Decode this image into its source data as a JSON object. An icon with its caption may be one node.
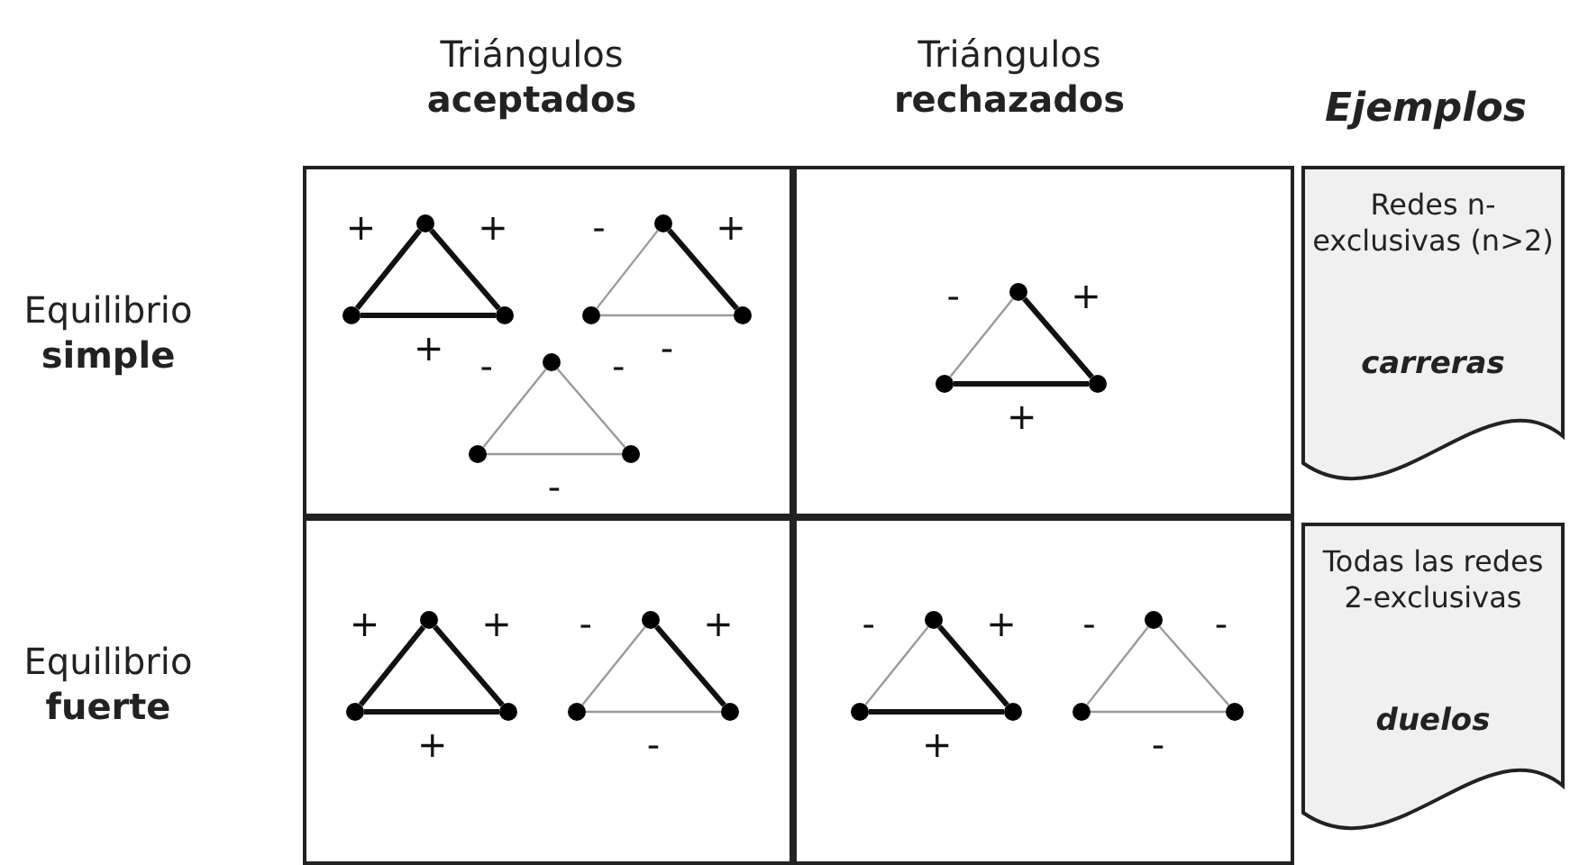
{
  "diagram": {
    "nodes": [
      {
        "text": [],
        "shape": "box"
      },
      {
        "text": [],
        "shape": "circle",
        "in": 0
      },
      {
        "text": [],
        "shape": "circle",
        "in": 0
      },
      {
        "text": [],
        "shape": "circle",
        "in": 0
      },
      {
        "text": [],
        "shape": "circle",
        "in": 0
      },
      {
        "text": [],
        "shape": "circle",
        "in": 0
      },
      {
        "text": [],
        "shape": "circle",
        "in": 0
      },
      {
        "text": [],
        "shape": "circle",
        "in": 0
      },
      {
        "text": [],
        "shape": "circle",
        "in": 0
      },
      {
        "text": [],
        "shape": "circle",
        "in": 0
      },
      {
        "text": [],
        "shape": "box"
      },
      {
        "text": [],
        "shape": "circle",
        "in": 10
      },
      {
        "text": [],
        "shape": "circle",
        "in": 10
      },
      {
        "text": [],
        "shape": "circle",
        "in": 10
      },
      {
        "text": [
          "Redes n-exclusivas (n>2)",
          "carreras"
        ]
      },
      {
        "text": [],
        "shape": "box"
      },
      {
        "text": [],
        "shape": "circle",
        "in": 15
      },
      {
        "text": [],
        "shape": "circle",
        "in": 15
      },
      {
        "text": [],
        "shape": "circle",
        "in": 15
      },
      {
        "text": [],
        "shape": "circle",
        "in": 15
      },
      {
        "text": [],
        "shape": "circle",
        "in": 15
      },
      {
        "text": [],
        "shape": "circle",
        "in": 15
      },
      {
        "text": [],
        "shape": "box"
      },
      {
        "text": [],
        "shape": "circle",
        "in": 22
      },
      {
        "text": [],
        "shape": "circle",
        "in": 22
      },
      {
        "text": [],
        "shape": "circle",
        "in": 22
      },
      {
        "text": [],
        "shape": "circle",
        "in": 22
      },
      {
        "text": [],
        "shape": "circle",
        "in": 22
      },
      {
        "text": [],
        "shape": "circle",
        "in": 22
      },
      {
        "text": [
          "Todas las redes 2-exclusivas",
          "duelos"
        ]
      }
    ],
    "edges": [
      {
        "from": 2,
        "to": 1,
        "arrow": "none",
        "label": "+",
        "style": "thick"
      },
      {
        "from": 1,
        "to": 3,
        "arrow": "none",
        "label": "+",
        "style": "thick"
      },
      {
        "from": 2,
        "to": 3,
        "arrow": "none",
        "label": "+",
        "style": "thick"
      },
      {
        "from": 5,
        "to": 4,
        "arrow": "none",
        "label": "-",
        "color": "#9a9a9a"
      },
      {
        "from": 4,
        "to": 6,
        "arrow": "none",
        "label": "+",
        "style": "thick"
      },
      {
        "from": 5,
        "to": 6,
        "arrow": "none",
        "label": "-",
        "color": "#9a9a9a"
      },
      {
        "from": 8,
        "to": 7,
        "arrow": "none",
        "label": "-",
        "color": "#9a9a9a"
      },
      {
        "from": 7,
        "to": 9,
        "arrow": "none",
        "label": "-",
        "color": "#9a9a9a"
      },
      {
        "from": 8,
        "to": 9,
        "arrow": "none",
        "label": "-",
        "color": "#9a9a9a"
      },
      {
        "from": 12,
        "to": 11,
        "arrow": "none",
        "label": "-",
        "color": "#9a9a9a"
      },
      {
        "from": 11,
        "to": 13,
        "arrow": "none",
        "label": "+",
        "style": "thick"
      },
      {
        "from": 12,
        "to": 13,
        "arrow": "none",
        "label": "+",
        "style": "thick"
      },
      {
        "from": 17,
        "to": 16,
        "arrow": "none",
        "label": "+",
        "style": "thick"
      },
      {
        "from": 16,
        "to": 18,
        "arrow": "none",
        "label": "+",
        "style": "thick"
      },
      {
        "from": 17,
        "to": 18,
        "arrow": "none",
        "label": "+",
        "style": "thick"
      },
      {
        "from": 20,
        "to": 19,
        "arrow": "none",
        "label": "-",
        "color": "#9a9a9a"
      },
      {
        "from": 19,
        "to": 21,
        "arrow": "none",
        "label": "+",
        "style": "thick"
      },
      {
        "from": 20,
        "to": 21,
        "arrow": "none",
        "label": "-",
        "color": "#9a9a9a"
      },
      {
        "from": 24,
        "to": 23,
        "arrow": "none",
        "label": "-",
        "color": "#9a9a9a"
      },
      {
        "from": 23,
        "to": 25,
        "arrow": "none",
        "label": "+",
        "style": "thick"
      },
      {
        "from": 24,
        "to": 25,
        "arrow": "none",
        "label": "+",
        "style": "thick"
      },
      {
        "from": 27,
        "to": 26,
        "arrow": "none",
        "label": "-",
        "color": "#9a9a9a"
      },
      {
        "from": 26,
        "to": 28,
        "arrow": "none",
        "label": "-",
        "color": "#9a9a9a"
      },
      {
        "from": 27,
        "to": 28,
        "arrow": "none",
        "label": "-",
        "color": "#9a9a9a"
      }
    ],
    "labels": [
      "Triángulos **aceptados**",
      "Triángulos **rechazados**",
      "Ejemplos",
      "Equilibrio **simple**",
      "Equilibrio **fuerte**"
    ]
  }
}
